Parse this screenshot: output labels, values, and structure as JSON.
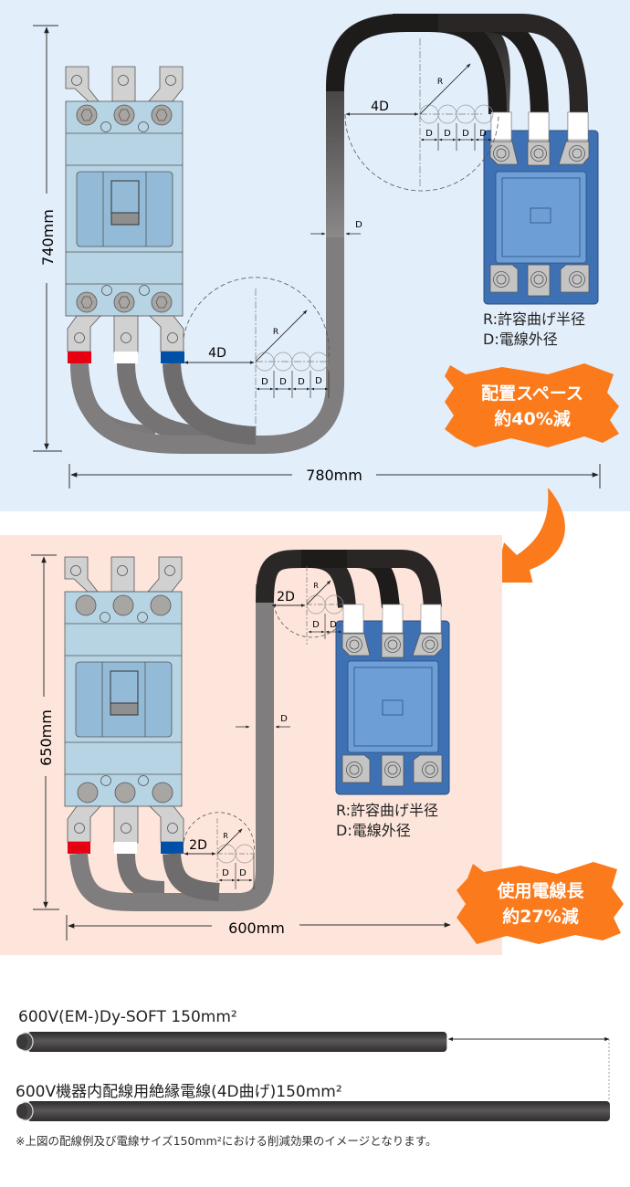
{
  "colors": {
    "top_panel_bg": "#e3eefb",
    "bottom_panel_bg": "#fde5db",
    "accent_orange": "#fa7a1c",
    "breaker_body": "#b7d4e5",
    "contactor_blue": "#3e70b4",
    "phase_red": "#e60012",
    "phase_white": "#ffffff",
    "phase_blue": "#0050a8",
    "cable_dark": "#2e2b2b",
    "cable_gray": "#7d7b7b"
  },
  "top_diagram": {
    "height_dim": "740mm",
    "width_dim": "780mm",
    "bend_label": "4D",
    "radius_label": "R",
    "diameter_label": "D",
    "diameter_count": 4,
    "legend": {
      "r_line": "R:許容曲げ半径",
      "d_line": "D:電線外径"
    },
    "badge": {
      "line1": "配置スペース",
      "line2": "約40%減"
    }
  },
  "bottom_diagram": {
    "height_dim": "650mm",
    "width_dim": "600mm",
    "bend_label": "2D",
    "radius_label": "R",
    "diameter_label": "D",
    "diameter_count": 2,
    "legend": {
      "r_line": "R:許容曲げ半径",
      "d_line": "D:電線外径"
    },
    "badge": {
      "line1": "使用電線長",
      "line2": "約27%減"
    }
  },
  "arrow_icon": "curved-down-arrow",
  "comparison": {
    "cable1_label": "600V(EM-)Dy-SOFT 150mm²",
    "cable2_label": "600V機器内配線用絶縁電線(4D曲げ)150mm²",
    "cable1_relative_length": 0.72,
    "cable2_relative_length": 1.0,
    "footnote": "※上図の配線例及び電線サイズ150mm²における削減効果のイメージとなります。"
  }
}
